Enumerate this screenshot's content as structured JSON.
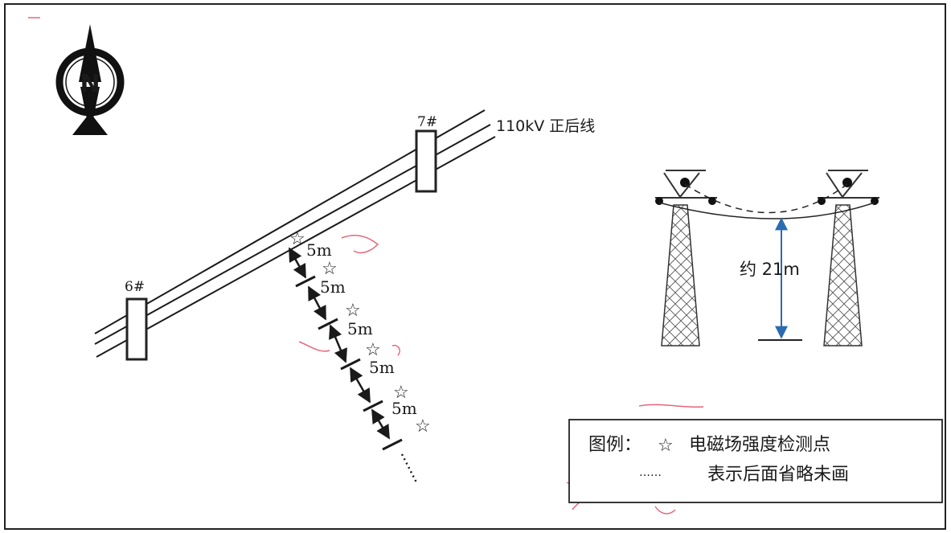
{
  "compass": {
    "label": "N",
    "icon": "north-arrow-icon"
  },
  "line": {
    "label": "110kV 正后线"
  },
  "towers": {
    "left": "6#",
    "right": "7#"
  },
  "segments": [
    "5m",
    "5m",
    "5m",
    "5m",
    "5m"
  ],
  "height": {
    "label": "约 21m"
  },
  "legend": {
    "title": "图例：",
    "star_symbol": "☆",
    "star_text": "电磁场强度检测点",
    "dots_symbol": "……",
    "dots_text": "表示后面省略未画"
  },
  "colors": {
    "ink": "#1a1a1a",
    "arrow_blue": "#2b6cb0",
    "red_annotation": "#e0405a"
  }
}
